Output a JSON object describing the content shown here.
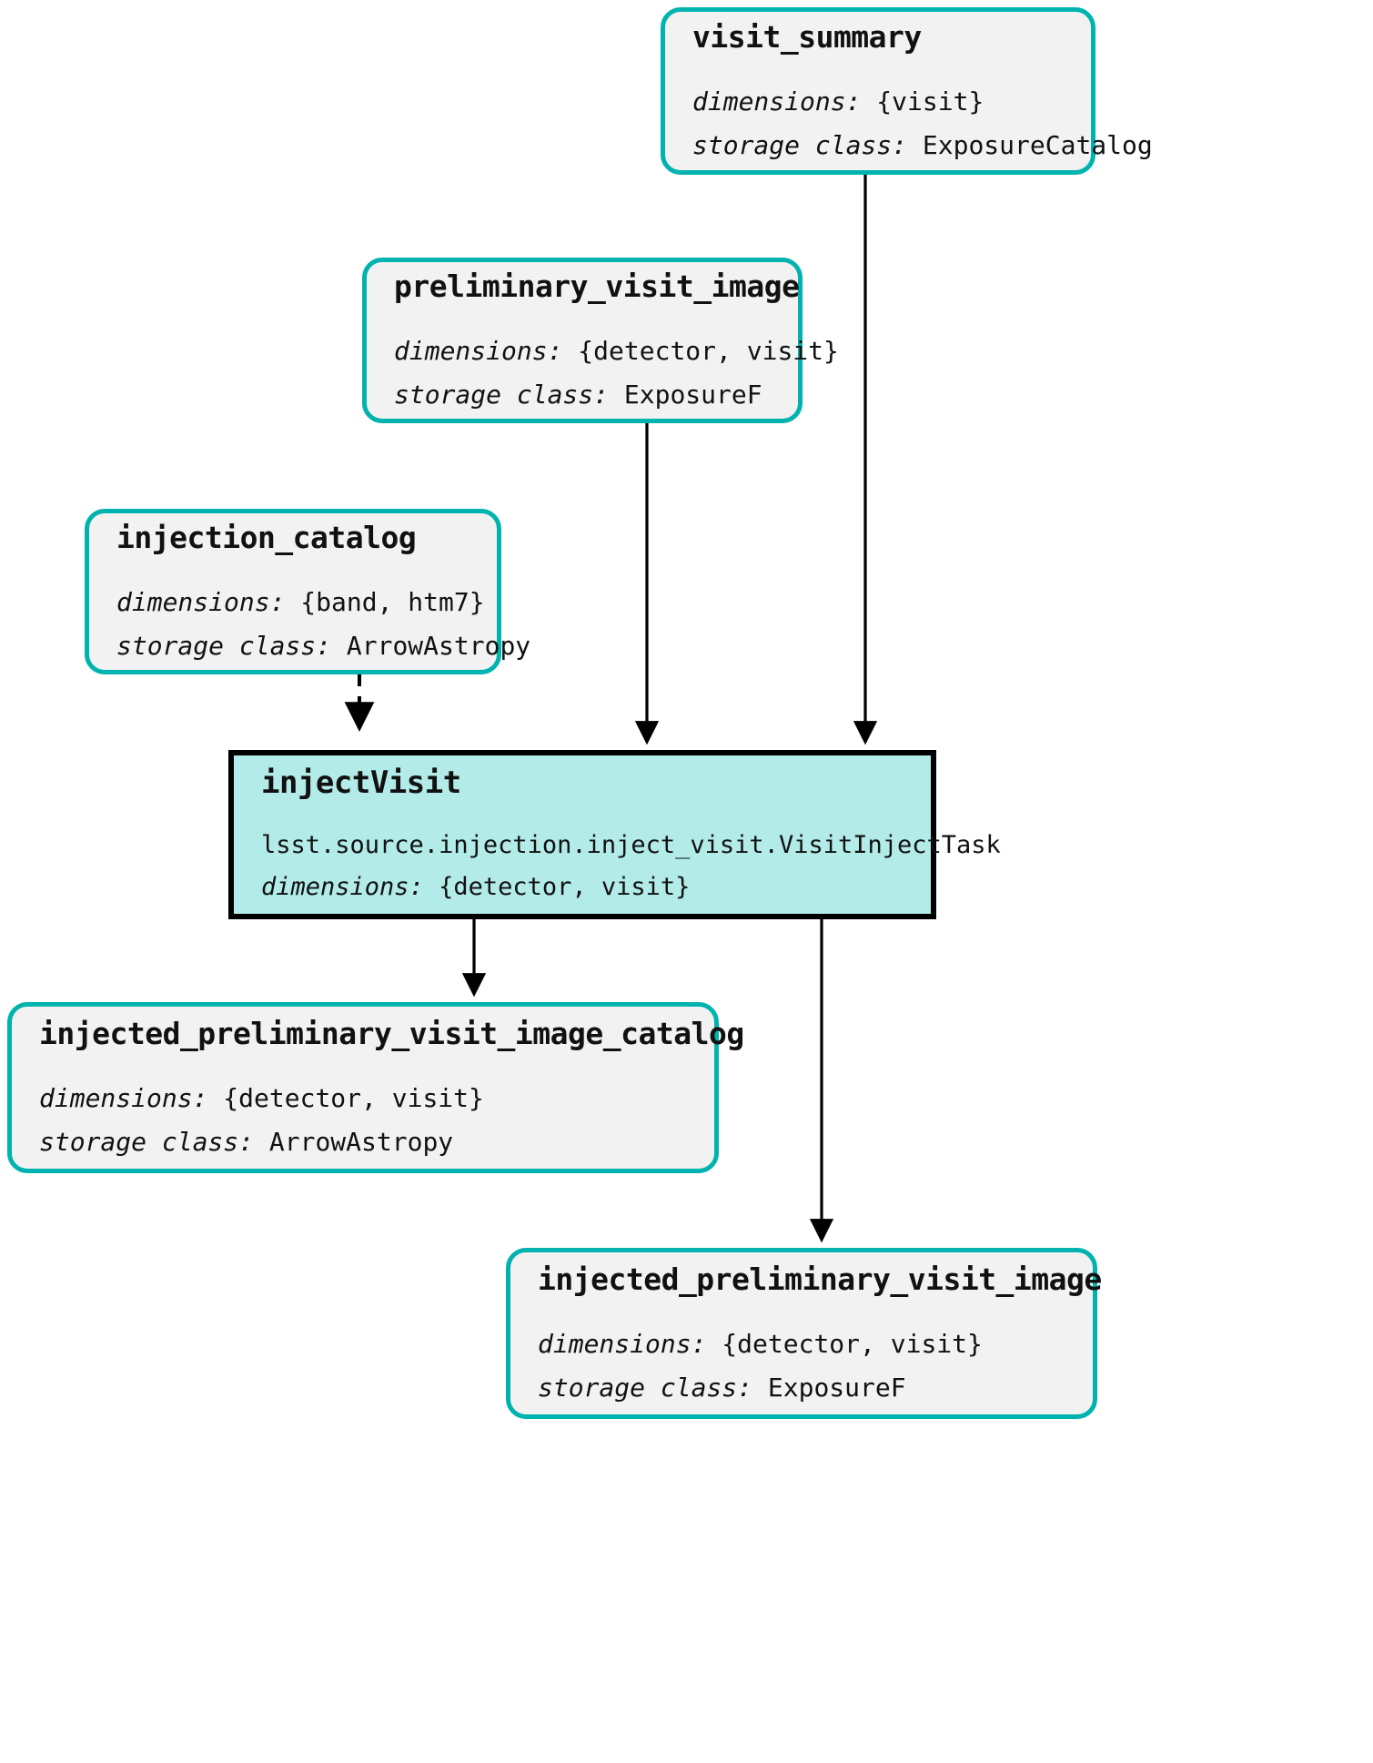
{
  "diagram": {
    "kind": "pipeline-dag",
    "colors": {
      "dataset_border": "#00b3ae",
      "dataset_fill": "#f2f2f2",
      "task_border": "#000000",
      "task_fill": "#b2ebe8",
      "edge": "#000000",
      "text": "#111111",
      "background": "#ffffff"
    },
    "labels": {
      "dimensions": "dimensions:",
      "storage_class": "storage class:"
    }
  },
  "nodes": [
    {
      "id": "visit_summary",
      "kind": "dataset",
      "title": "visit_summary",
      "dimensions": "{visit}",
      "storage_class": "ExposureCatalog"
    },
    {
      "id": "preliminary_visit_image",
      "kind": "dataset",
      "title": "preliminary_visit_image",
      "dimensions": "{detector, visit}",
      "storage_class": "ExposureF"
    },
    {
      "id": "injection_catalog",
      "kind": "dataset",
      "title": "injection_catalog",
      "dimensions": "{band, htm7}",
      "storage_class": "ArrowAstropy"
    },
    {
      "id": "injectVisit",
      "kind": "task",
      "title": "injectVisit",
      "task_class": "lsst.source.injection.inject_visit.VisitInjectTask",
      "dimensions": "{detector, visit}"
    },
    {
      "id": "injected_preliminary_visit_image_catalog",
      "kind": "dataset",
      "title": "injected_preliminary_visit_image_catalog",
      "dimensions": "{detector, visit}",
      "storage_class": "ArrowAstropy"
    },
    {
      "id": "injected_preliminary_visit_image",
      "kind": "dataset",
      "title": "injected_preliminary_visit_image",
      "dimensions": "{detector, visit}",
      "storage_class": "ExposureF"
    }
  ],
  "edges": [
    {
      "from": "visit_summary",
      "to": "injectVisit",
      "style": "solid"
    },
    {
      "from": "preliminary_visit_image",
      "to": "injectVisit",
      "style": "solid"
    },
    {
      "from": "injection_catalog",
      "to": "injectVisit",
      "style": "dashed"
    },
    {
      "from": "injectVisit",
      "to": "injected_preliminary_visit_image_catalog",
      "style": "solid"
    },
    {
      "from": "injectVisit",
      "to": "injected_preliminary_visit_image",
      "style": "solid"
    }
  ]
}
